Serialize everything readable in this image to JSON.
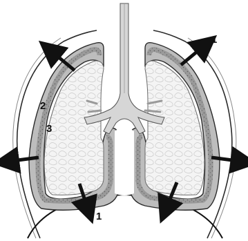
{
  "labels": {
    "one_top_right": "1",
    "one_bottom": "1",
    "two": "2",
    "three": "3"
  },
  "colors": {
    "background": "#ffffff",
    "outline": "#2a2a2a",
    "pleura_dark": "#7a7a7a",
    "pleura_light": "#bdbdbd",
    "lung_tissue": "#f2f2f2",
    "lung_cells": "#c8c8c8",
    "airway": "#d6d6d6",
    "arrow": "#111111"
  },
  "icons": {
    "arrow": "arrow-icon",
    "lung": "lung-icon"
  }
}
